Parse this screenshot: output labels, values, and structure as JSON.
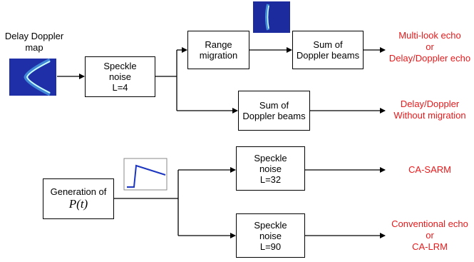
{
  "input_label": [
    "Delay Doppler",
    "map"
  ],
  "boxes": {
    "speckle_l4": [
      "Speckle",
      "noise",
      "L=4"
    ],
    "range_migration": [
      "Range",
      "migration"
    ],
    "sum_doppler_top": [
      "Sum of",
      "Doppler beams"
    ],
    "sum_doppler_mid": [
      "Sum of",
      "Doppler beams"
    ],
    "speckle_l32": [
      "Speckle",
      "noise",
      "L=32"
    ],
    "speckle_l90": [
      "Speckle",
      "noise",
      "L=90"
    ],
    "generation": "Generation of",
    "generation_symbol": "P(t)"
  },
  "outputs": {
    "top": [
      "Multi-look echo",
      "or",
      "Delay/Doppler echo"
    ],
    "mid": [
      "Delay/Doppler",
      "Without migration"
    ],
    "sarm": [
      "CA-SARM"
    ],
    "bottom": [
      "Conventional echo",
      "or",
      "CA-LRM"
    ]
  },
  "colors": {
    "output_text": "#e8191b",
    "map_bg": "#1a2a9a",
    "map_curve": "#bfffff"
  }
}
